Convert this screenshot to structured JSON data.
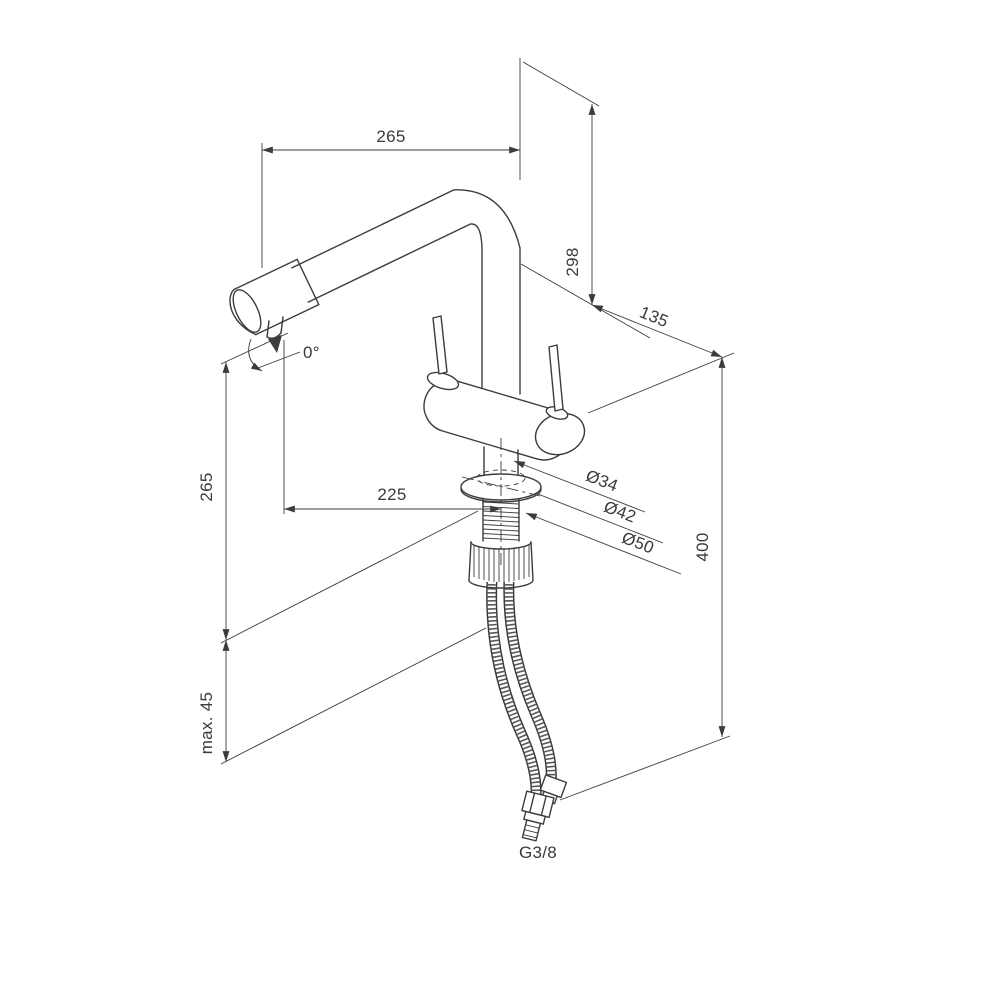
{
  "style": {
    "background": "#ffffff",
    "line_color": "#3c3c3c"
  },
  "dims": {
    "top_width": "265",
    "upper_height": "298",
    "handle_offset": "135",
    "spout_height": "265",
    "spout_reach": "225",
    "dia_34": "Ø34",
    "dia_42": "Ø42",
    "dia_50": "Ø50",
    "hose_length": "400",
    "max_deck": "max. 45",
    "swivel": "0°",
    "thread": "G3/8"
  }
}
